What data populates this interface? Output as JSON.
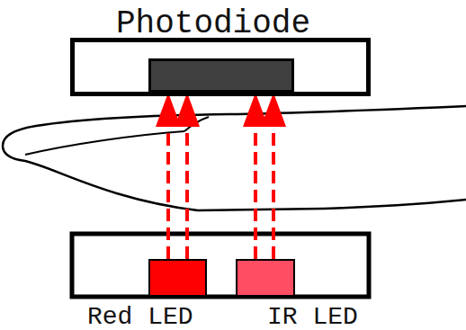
{
  "diagram": {
    "nodes": [
      {
        "text": [
          "Photodiode"
        ]
      },
      {
        "text": [
          "Red LED"
        ]
      },
      {
        "text": [
          "IR LED"
        ]
      }
    ],
    "edges": [
      {
        "from": 1,
        "to": 0,
        "arrow": "to"
      },
      {
        "from": 1,
        "to": 0,
        "arrow": "to"
      },
      {
        "from": 2,
        "to": 0,
        "arrow": "to"
      },
      {
        "from": 2,
        "to": 0,
        "arrow": "to"
      }
    ]
  }
}
